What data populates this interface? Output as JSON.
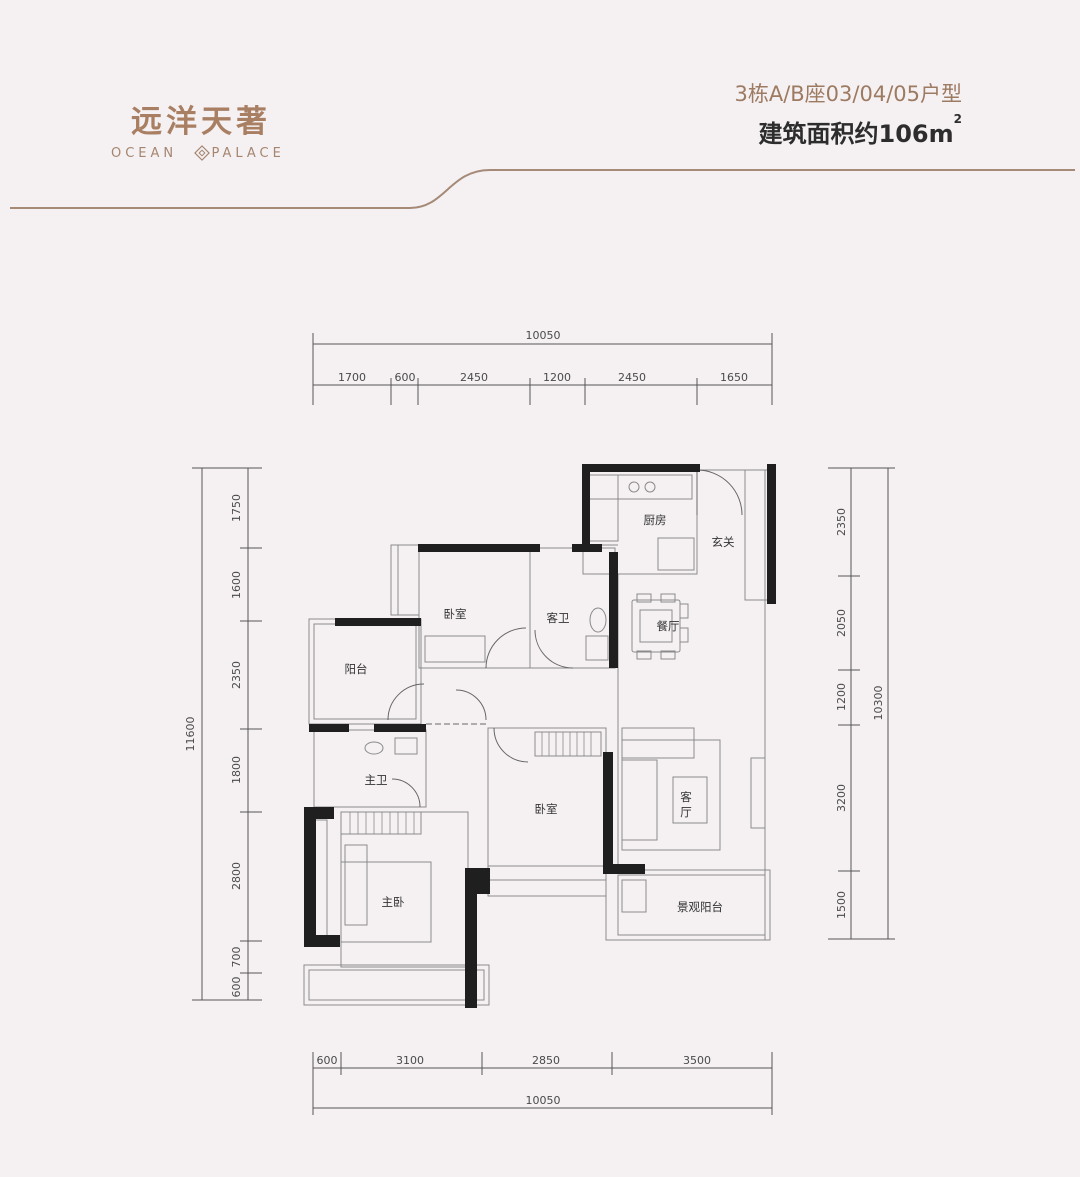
{
  "header": {
    "brand_cn": "远洋天著",
    "brand_en_left": "OCEAN",
    "brand_en_right": "PALACE",
    "unit_code": "3栋A/B座03/04/05户型",
    "area_text": "建筑面积约106m",
    "area_sup": "2",
    "accent_color": "#a97f63"
  },
  "dimensions": {
    "top_total": "10050",
    "top_segments": [
      "1700",
      "600",
      "2450",
      "1200",
      "2450",
      "1650"
    ],
    "bottom_total": "10050",
    "bottom_segments": [
      "600",
      "3100",
      "2850",
      "3500"
    ],
    "left_total": "11600",
    "left_segments": [
      "1750",
      "1600",
      "2350",
      "1800",
      "2800",
      "700",
      "600"
    ],
    "right_total": "10300",
    "right_segments": [
      "2350",
      "2050",
      "1200",
      "3200",
      "1500"
    ]
  },
  "rooms": {
    "kitchen": "厨房",
    "entrance": "玄关",
    "bedroom_top": "卧室",
    "guest_bath": "客卫",
    "dining": "餐厅",
    "balcony": "阳台",
    "master_bath": "主卫",
    "bedroom_mid": "卧室",
    "living_1": "客",
    "living_2": "厅",
    "master_bedroom": "主卧",
    "view_balcony": "景观阳台"
  }
}
